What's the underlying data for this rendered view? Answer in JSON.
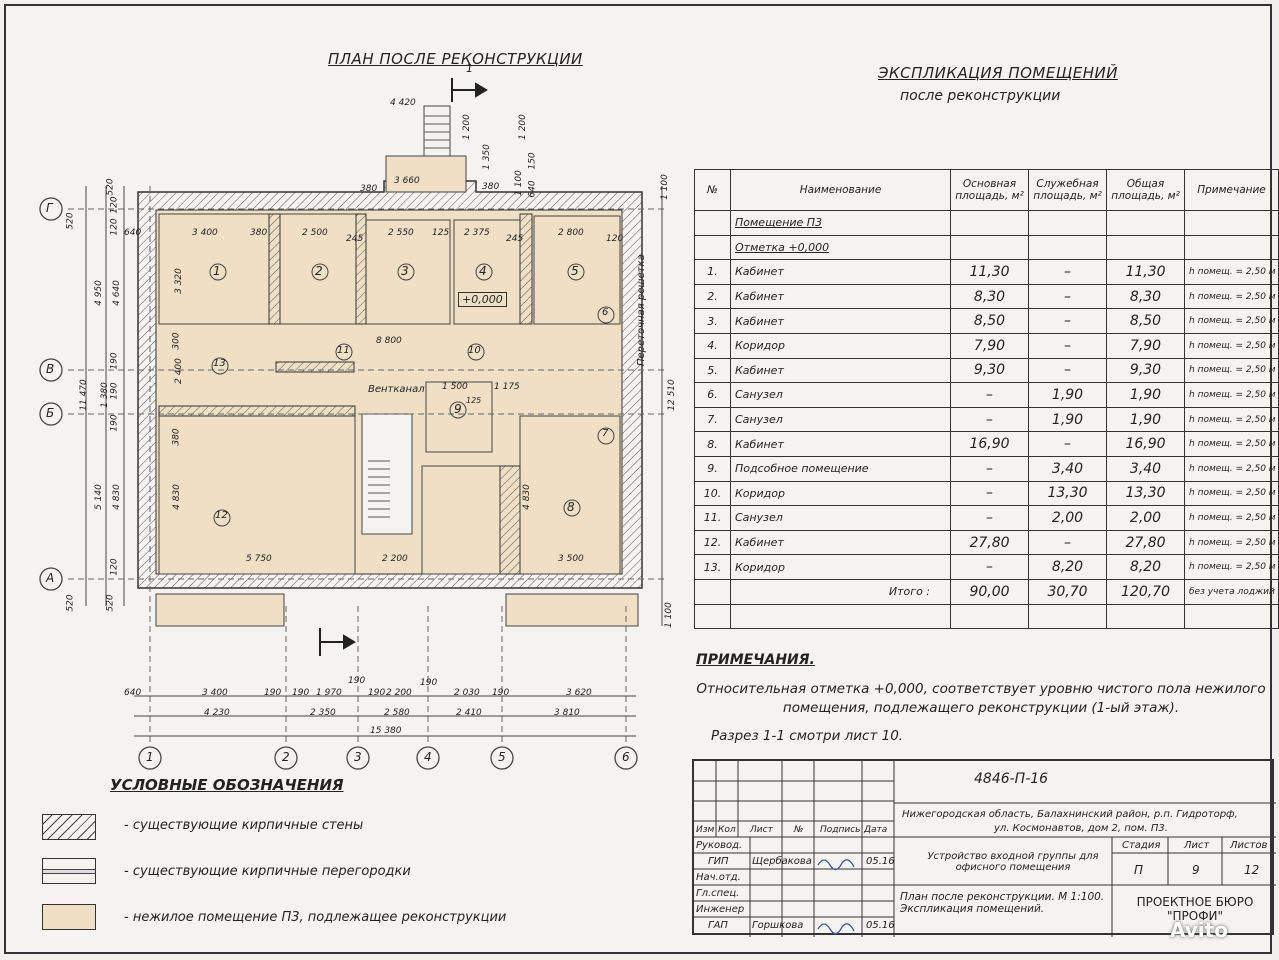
{
  "plan": {
    "title": "ПЛАН ПОСЛЕ РЕКОНСТРУКЦИИ",
    "section_mark": "1",
    "level_mark": "+0,000",
    "vent_label": "Вентканал",
    "grate_label": "Переточная решетка",
    "room_numbers": [
      "1",
      "2",
      "3",
      "4",
      "5",
      "6",
      "7",
      "8",
      "9",
      "10",
      "11",
      "12",
      "13"
    ],
    "axes_letters": [
      "Г",
      "В",
      "Б",
      "А"
    ],
    "axes_numbers": [
      "1",
      "2",
      "3",
      "4",
      "5",
      "6"
    ],
    "dims_top": [
      "4 420",
      "1 200",
      "1 200",
      "3 660",
      "380",
      "380",
      "1 350",
      "1 100",
      "150",
      "640",
      "520",
      "1 100"
    ],
    "dims_rooms": [
      "640",
      "3 400",
      "380",
      "2 500",
      "245",
      "2 550",
      "125",
      "2 375",
      "245",
      "2 800",
      "120",
      "3 320",
      "300",
      "2 400",
      "380",
      "4 830",
      "5 750",
      "2 200",
      "3 500",
      "4 830",
      "8 800",
      "1 500",
      "1 175",
      "125"
    ],
    "dims_left": [
      "520",
      "4 950",
      "4 640",
      "120",
      "190",
      "1 380",
      "11 470",
      "190",
      "5 140",
      "4 830",
      "120",
      "520",
      "520",
      "120",
      "190"
    ],
    "dims_right": [
      "12 510",
      "1 100"
    ],
    "dims_bottom_row1": [
      "640",
      "3 400",
      "190",
      "190",
      "1 970",
      "190",
      "190",
      "2 200",
      "190",
      "2 030",
      "190",
      "3 620"
    ],
    "dims_bottom_row2": [
      "4 230",
      "2 350",
      "2 580",
      "2 410",
      "3 810"
    ],
    "dims_bottom_total": "15 380"
  },
  "explication": {
    "title": "ЭКСПЛИКАЦИЯ ПОМЕЩЕНИЙ",
    "subtitle": "после реконструкции",
    "headers": [
      "№",
      "Наименование",
      "Основная площадь, м²",
      "Служебная площадь, м²",
      "Общая площадь, м²",
      "Примечание"
    ],
    "section": "Помещение П3",
    "level": "Отметка +0,000",
    "rows": [
      {
        "n": "1.",
        "name": "Кабинет",
        "main": "11,30",
        "service": "–",
        "total": "11,30",
        "note": "h помещ. = 2,50 м"
      },
      {
        "n": "2.",
        "name": "Кабинет",
        "main": "8,30",
        "service": "–",
        "total": "8,30",
        "note": "h помещ. = 2,50 м"
      },
      {
        "n": "3.",
        "name": "Кабинет",
        "main": "8,50",
        "service": "–",
        "total": "8,50",
        "note": "h помещ. = 2,50 м"
      },
      {
        "n": "4.",
        "name": "Коридор",
        "main": "7,90",
        "service": "–",
        "total": "7,90",
        "note": "h помещ. = 2,50 м"
      },
      {
        "n": "5.",
        "name": "Кабинет",
        "main": "9,30",
        "service": "–",
        "total": "9,30",
        "note": "h помещ. = 2,50 м"
      },
      {
        "n": "6.",
        "name": "Санузел",
        "main": "–",
        "service": "1,90",
        "total": "1,90",
        "note": "h помещ. = 2,50 м"
      },
      {
        "n": "7.",
        "name": "Санузел",
        "main": "–",
        "service": "1,90",
        "total": "1,90",
        "note": "h помещ. = 2,50 м"
      },
      {
        "n": "8.",
        "name": "Кабинет",
        "main": "16,90",
        "service": "–",
        "total": "16,90",
        "note": "h помещ. = 2,50 м"
      },
      {
        "n": "9.",
        "name": "Подсобное помещение",
        "main": "–",
        "service": "3,40",
        "total": "3,40",
        "note": "h помещ. = 2,50 м"
      },
      {
        "n": "10.",
        "name": "Коридор",
        "main": "–",
        "service": "13,30",
        "total": "13,30",
        "note": "h помещ. = 2,50 м"
      },
      {
        "n": "11.",
        "name": "Санузел",
        "main": "–",
        "service": "2,00",
        "total": "2,00",
        "note": "h помещ. = 2,50 м"
      },
      {
        "n": "12.",
        "name": "Кабинет",
        "main": "27,80",
        "service": "–",
        "total": "27,80",
        "note": "h помещ. = 2,50 м"
      },
      {
        "n": "13.",
        "name": "Коридор",
        "main": "–",
        "service": "8,20",
        "total": "8,20",
        "note": "h помещ. = 2,50 м"
      }
    ],
    "total_label": "Итого :",
    "total_main": "90,00",
    "total_service": "30,70",
    "total_total": "120,70",
    "total_note": "без учета лоджий"
  },
  "notes": {
    "head": "ПРИМЕЧАНИЯ.",
    "text": "Относительная отметка +0,000, соответствует уровню чистого пола нежилого помещения, подлежащего реконструкции (1-ый этаж).",
    "razrez": "Разрез 1-1 смотри лист 10."
  },
  "legend": {
    "title": "УСЛОВНЫЕ ОБОЗНАЧЕНИЯ",
    "items": [
      "- существующие кирпичные стены",
      "- существующие кирпичные перегородки",
      "- нежилое помещение П3, подлежащее реконструкции"
    ]
  },
  "stamp": {
    "code": "4846-П-16",
    "address1": "Нижегородская область, Балахнинский район, р.п. Гидроторф,",
    "address2": "ул. Космонавтов, дом 2, пом. П3.",
    "cols": [
      "Изм",
      "Кол",
      "Лист",
      "№",
      "Подпись",
      "Дата"
    ],
    "roles": [
      "Руковод.",
      "ГИП",
      "Нач.отд.",
      "Гл.спец.",
      "Инженер",
      "ГАП"
    ],
    "gip": "Щербакова",
    "gip_date": "05.16",
    "gap": "Горшкова",
    "gap_date": "05.16",
    "project": "Устройство входной группы для офисного помещения",
    "stage_label": "Стадия",
    "sheet_label": "Лист",
    "sheets_label": "Листов",
    "stage": "П",
    "sheet": "9",
    "sheets": "12",
    "drawing": "План после реконструкции. М 1:100. Экспликация помещений.",
    "company": "ПРОЕКТНОЕ БЮРО \"ПРОФИ\""
  },
  "watermark": "Avito",
  "colors": {
    "room_fill": "#efdfc4",
    "wall": "#444",
    "hatch": "#555"
  }
}
